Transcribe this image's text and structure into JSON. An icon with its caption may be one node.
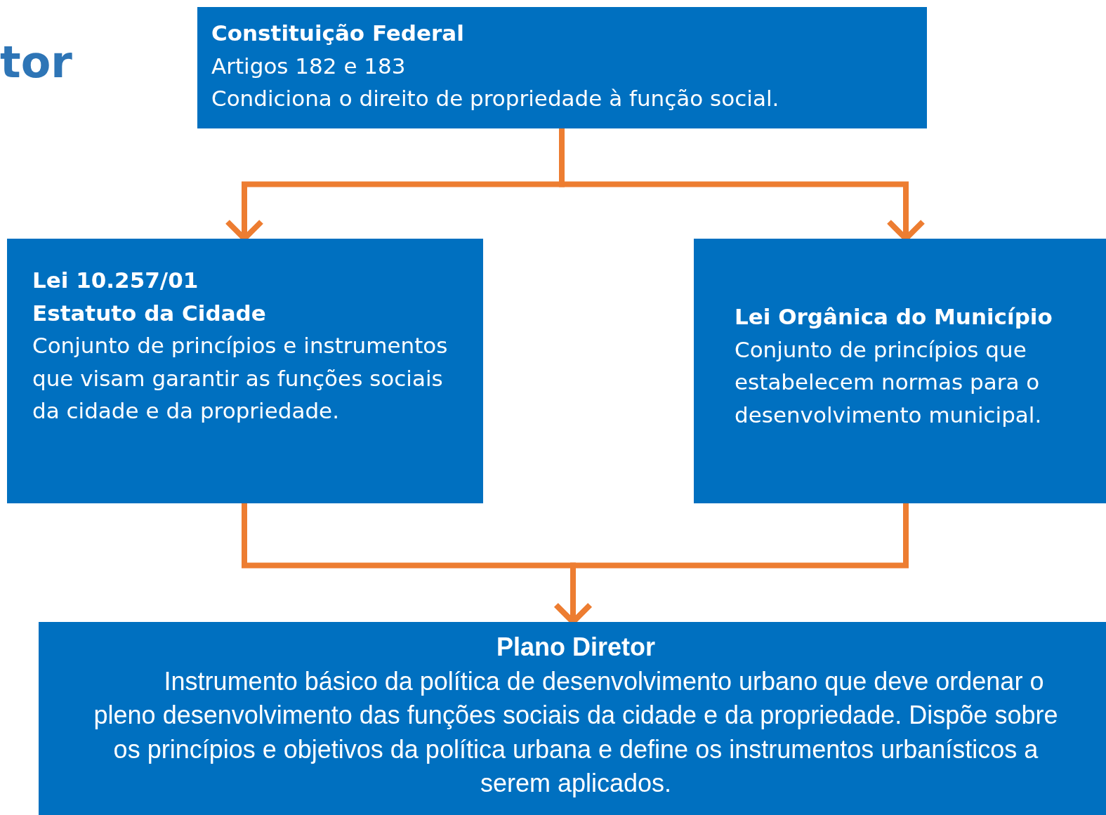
{
  "diagram": {
    "nodes": [
      {
        "text": [
          "Constituição Federal",
          "Artigos 182 e 183",
          "Condiciona o direito de propriedade à função social."
        ]
      },
      {
        "text": [
          "Lei 10.257/01",
          "Estatuto da Cidade",
          "Conjunto de princípios e instrumentos que visam garantir as funções sociais da cidade e da propriedade."
        ]
      },
      {
        "text": [
          "Lei Orgânica do Município",
          "Conjunto de princípios que estabelecem normas para o desenvolvimento municipal."
        ]
      },
      {
        "text": [
          "Plano Diretor",
          "Instrumento básico da política de desenvolvimento urbano que deve ordenar o pleno desenvolvimento das funções sociais da cidade e da propriedade. Dispõe sobre os princípios e objetivos da política urbana e define os instrumentos urbanísticos a serem aplicados."
        ]
      }
    ],
    "edges": [
      {
        "from": 0,
        "to": 1,
        "arrow": "to"
      },
      {
        "from": 0,
        "to": 2,
        "arrow": "to"
      },
      {
        "from": 1,
        "to": 3,
        "arrow": "to"
      },
      {
        "from": 2,
        "to": 3,
        "arrow": "to"
      }
    ],
    "labels": [
      "tor"
    ]
  }
}
